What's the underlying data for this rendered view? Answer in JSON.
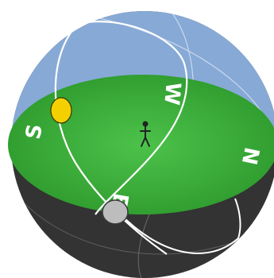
{
  "compass": {
    "north": "N",
    "east": "E",
    "south": "S",
    "west": "W"
  },
  "colors": {
    "sky": "#87a9d6",
    "ground_outer": "#2f9b2e",
    "ground_inner": "#4cc24a",
    "underside": "#333333",
    "sun": "#f4d000",
    "moon": "#bdbdbd",
    "person": "#222222"
  },
  "icons": {
    "sun": "sun-icon",
    "moon": "moon-icon",
    "observer": "person-icon"
  }
}
